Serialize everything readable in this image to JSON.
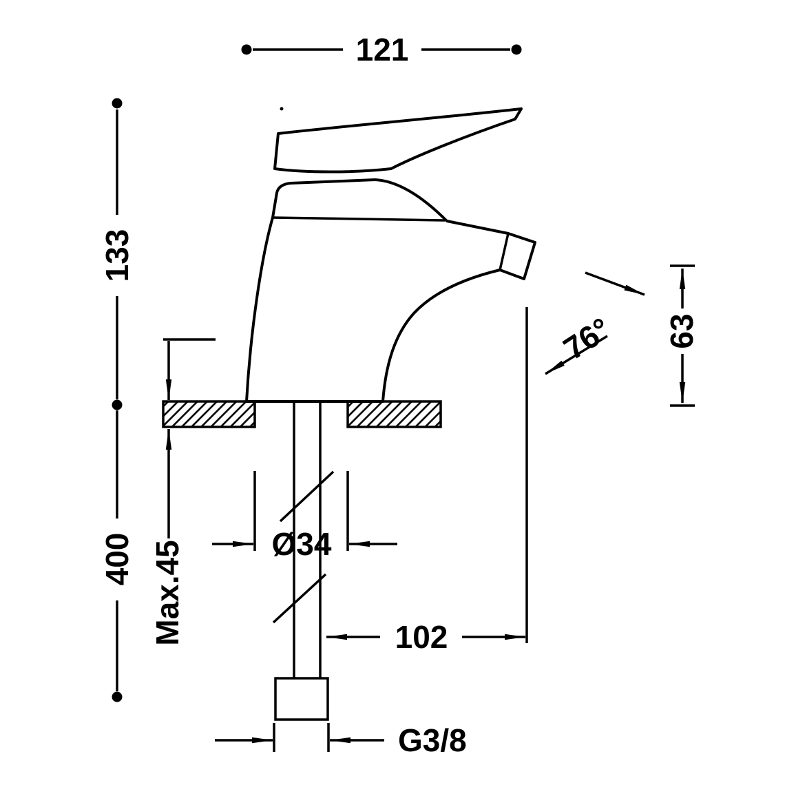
{
  "drawing": {
    "labels": {
      "total_width": "121",
      "body_height": "133",
      "inlet_length": "400",
      "max_deck_thickness": "Max.45",
      "hole_diameter": "Ø34",
      "spout_projection": "102",
      "connection_thread": "G3/8",
      "spout_outlet_height": "63",
      "spout_angle": "76°"
    },
    "colors": {
      "line": "#000000",
      "background": "#ffffff"
    }
  }
}
